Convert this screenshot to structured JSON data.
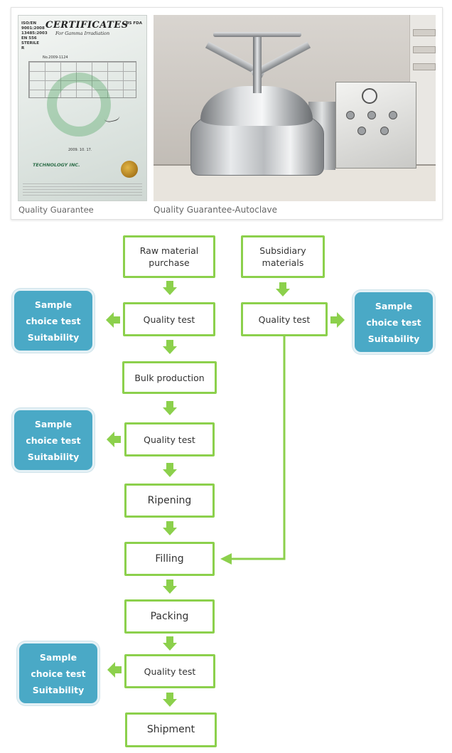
{
  "photos": {
    "certificate": {
      "caption": "Quality Guarantee",
      "title": "CERTIFICATES",
      "subtitle": "For Gamma Irradiation",
      "left_marks": "ISO/EN\n9001:2008\n13485:2003\nEN 556\nSTERILE R",
      "right_marks": "US FDA",
      "number": "No.2009-1124",
      "date": "2009. 10. 17.",
      "company": "TECHNOLOGY INC."
    },
    "autoclave": {
      "caption": "Quality Guarantee-Autoclave"
    }
  },
  "flow": {
    "raw_material": "Raw material\npurchase",
    "subsidiary": "Subsidiary\nmaterials",
    "quality_test": "Quality test",
    "bulk_production": "Bulk production",
    "ripening": "Ripening",
    "filling": "Filling",
    "packing": "Packing",
    "shipment": "Shipment"
  },
  "note_text": "Sample\nchoice test\nSuitability",
  "colors": {
    "box_border": "#8cd04c",
    "arrow": "#8cd04c",
    "note_fill": "#4aa9c6"
  }
}
